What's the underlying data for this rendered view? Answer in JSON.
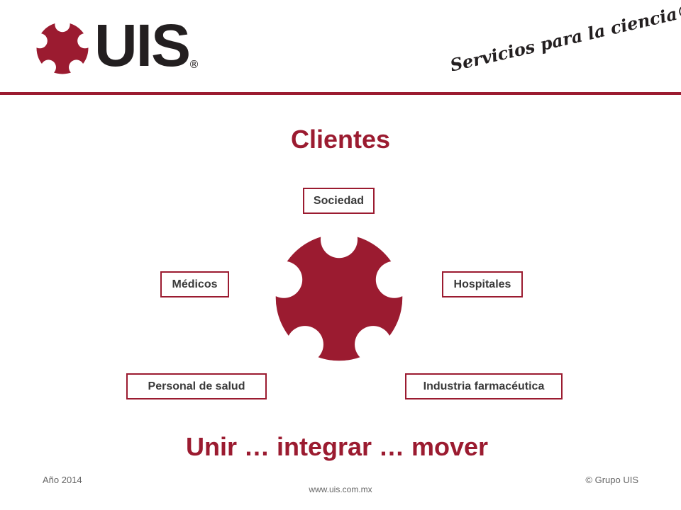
{
  "header": {
    "logo_text": "UIS",
    "logo_registered": "®",
    "tagline": "Servicios para la ciencia®"
  },
  "section_title": "Clientes",
  "clients": {
    "sociedad": "Sociedad",
    "medicos": "Médicos",
    "hospitales": "Hospitales",
    "personal_salud": "Personal de salud",
    "industria": "Industria farmacéutica"
  },
  "slogan": "Unir … integrar … mover",
  "footer": {
    "year": "Año 2014",
    "copyright": "© Grupo UIS",
    "url": "www.uis.com.mx"
  },
  "colors": {
    "brand": "#9b1b30",
    "logo_dark": "#231f20",
    "footer_text": "#666666"
  },
  "icons": {
    "brand_mark": "five-notch-circle-logo"
  }
}
